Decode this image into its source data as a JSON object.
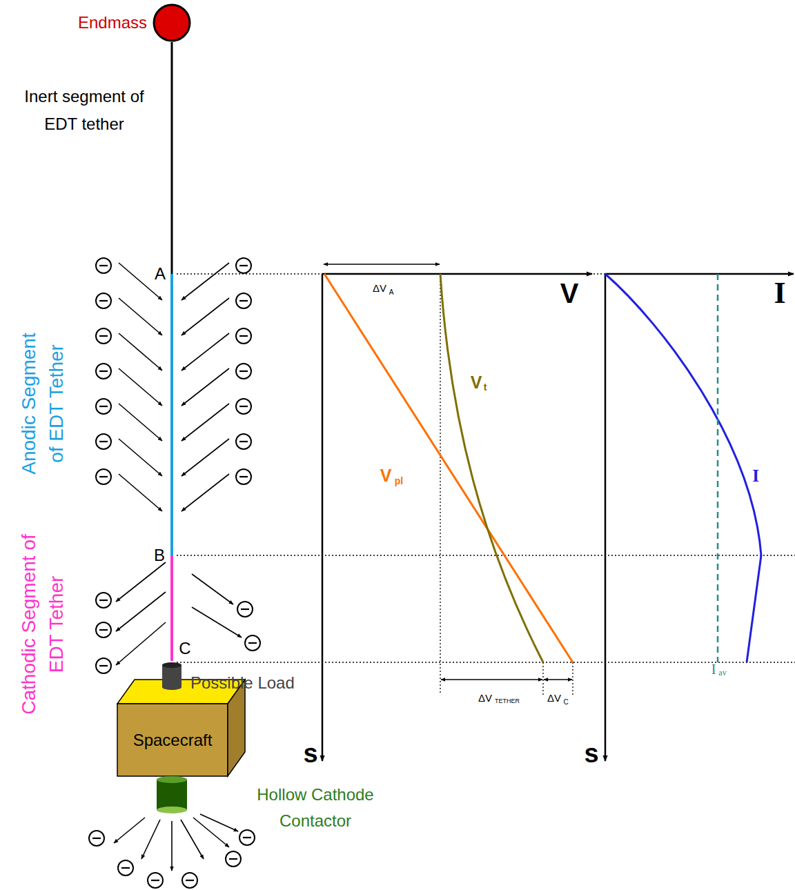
{
  "diagram": {
    "nodes": [
      {
        "text": [
          "Endmass"
        ]
      },
      {
        "text": [
          "Possible Load"
        ]
      },
      {
        "text": [
          "Spacecraft"
        ]
      },
      {
        "text": [
          "Hollow Cathode Contactor"
        ]
      }
    ],
    "edges": [
      {
        "from": 0,
        "to": 1,
        "arrow": "none"
      }
    ],
    "labels": [
      "Inert segment of EDT tether",
      "A",
      "B",
      "C",
      "Anodic Segment of EDT Tether",
      "Cathodic Segment of EDT Tether",
      "ΔV",
      "A",
      "V",
      "V",
      "pl",
      "V",
      "t",
      "ΔV",
      "TETHER",
      "ΔV",
      "C",
      "s",
      "I",
      "s",
      "I",
      "I",
      "av"
    ]
  }
}
